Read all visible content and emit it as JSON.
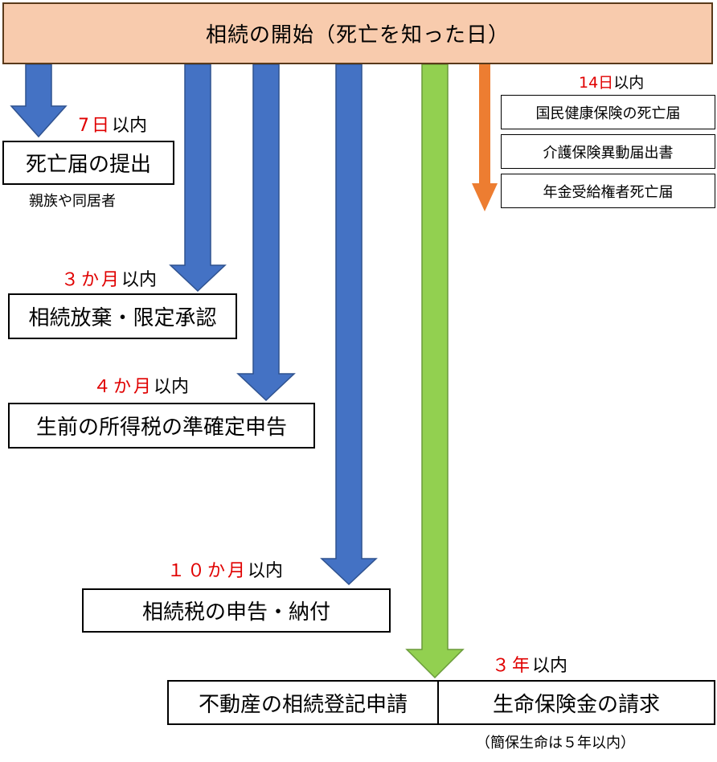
{
  "header": {
    "title": "相続の開始（死亡を知った日）"
  },
  "deadlines": {
    "d7": {
      "num": "7日",
      "suffix": "以内"
    },
    "m3": {
      "num": "３か月",
      "suffix": "以内"
    },
    "m4": {
      "num": "４か月",
      "suffix": "以内"
    },
    "m10": {
      "num": "１０か月",
      "suffix": "以内"
    },
    "y3": {
      "num": "３年",
      "suffix": "以内"
    },
    "d14": {
      "num": "14日",
      "suffix": "以内"
    }
  },
  "tasks": {
    "death_notice": "死亡届の提出",
    "death_notice_note": "親族や同居者",
    "renunciation": "相続放棄・限定承認",
    "quasi_return": "生前の所得税の準確定申告",
    "inheritance_tax": "相続税の申告・納付",
    "real_estate": "不動産の相続登記申請",
    "life_insurance": "生命保険金の請求",
    "life_insurance_note": "（簡保生命は５年以内）",
    "nhi_notice": "国民健康保険の死亡届",
    "care_notice": "介護保険異動届出書",
    "pension_notice": "年金受給権者死亡届"
  },
  "colors": {
    "header_fill": "#f8cbad",
    "blue_arrow": "#4472c4",
    "green_arrow": "#92d050",
    "orange_arrow": "#ed7d31",
    "deadline_red": "#e00000"
  }
}
